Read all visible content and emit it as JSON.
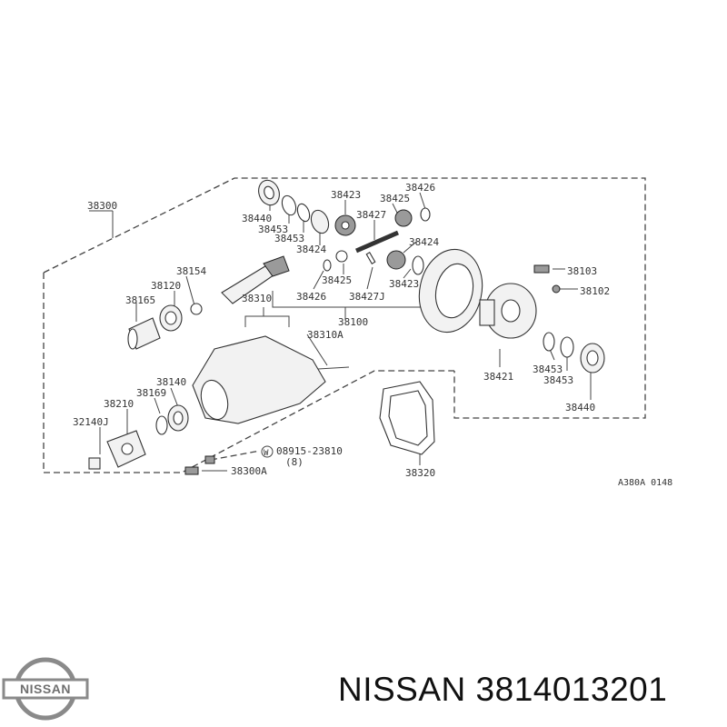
{
  "diagram": {
    "code": "A380A 0148",
    "labels": {
      "l38300": "38300",
      "l38440a": "38440",
      "l38453a": "38453",
      "l38453b": "38453",
      "l38424a": "38424",
      "l38423a": "38423",
      "l38425a": "38425",
      "l38426a": "38426",
      "l38427": "38427",
      "l38424b": "38424",
      "l38154": "38154",
      "l38120": "38120",
      "l38165": "38165",
      "l38425b": "38425",
      "l38423b": "38423",
      "l38426b": "38426",
      "l38427j": "38427J",
      "l38310": "38310",
      "l38100": "38100",
      "l38310a": "38310A",
      "l38103": "38103",
      "l38102": "38102",
      "l38421": "38421",
      "l38453c": "38453",
      "l38453d": "38453",
      "l38440b": "38440",
      "l38140": "38140",
      "l38169": "38169",
      "l38210": "38210",
      "l32140j": "32140J",
      "l08915": "08915-23810",
      "l08915q": "(8)",
      "l38300a": "38300A",
      "l38320": "38320",
      "wmark": "W"
    }
  },
  "brand": {
    "logo_text": "NISSAN",
    "footer_text": "NISSAN 3814013201"
  },
  "colors": {
    "line": "#444444",
    "text": "#333333",
    "logo_metal": "#8a8a8a"
  },
  "icons": [
    "nissan-logo-icon"
  ]
}
